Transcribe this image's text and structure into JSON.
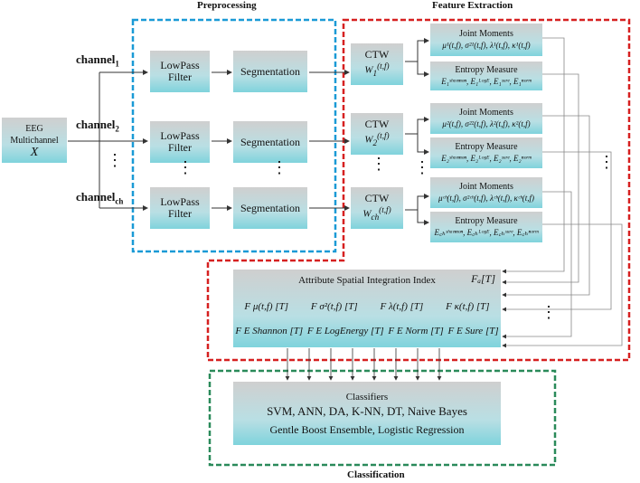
{
  "headers": {
    "preprocessing": "Preprocessing",
    "feature_extraction": "Feature Extraction",
    "classification": "Classification"
  },
  "eeg": {
    "line1": "EEG",
    "line2": "Multichannel",
    "line3": "X"
  },
  "channels": [
    {
      "label": "channel",
      "sub": "1"
    },
    {
      "label": "channel",
      "sub": "2"
    },
    {
      "label": "channel",
      "sub": "ch"
    }
  ],
  "lowpass": {
    "line1": "LowPass",
    "line2": "Filter"
  },
  "segmentation": "Segmentation",
  "ctw": {
    "title": "CTW",
    "w1": "W",
    "w1_sub": "1",
    "w1_sup": "(t,f)",
    "w2": "W",
    "w2_sub": "2",
    "w2_sup": "(t,f)",
    "wch": "W",
    "wch_sub": "ch",
    "wch_sup": "(t,f)"
  },
  "joint_moments": "Joint Moments",
  "entropy_measure": "Entropy Measure",
  "jm_formulas": [
    "μ¹(t,f), σ²¹(t,f), λ¹(t,f), κ¹(t,f)",
    "μ²(t,f), σ²²(t,f), λ²(t,f), κ²(t,f)",
    "μᶜʰ(t,f), σ²ᶜʰ(t,f), λᶜʰ(t,f), κᶜʰ(t,f)"
  ],
  "em_formulas": [
    "E₁ˢʰᵃⁿⁿᵒⁿ, E₁ᴸᵒᵍᴱ, E₁ˢᵘʳᵉ, E₁ⁿᵒʳᵐ",
    "E₂ˢʰᵃⁿⁿᵒⁿ, E₂ᴸᵒᵍᴱ, E₂ˢᵘʳᵉ, E₂ⁿᵒʳᵐ",
    "E꜀ₕˢʰᵃⁿⁿᵒⁿ, E꜀ₕᴸᵒᵍᴱ, E꜀ₕˢᵘʳᵉ, E꜀ₕⁿᵒʳᵐ"
  ],
  "attr": {
    "title": "Attribute Spatial Integration Index",
    "fa": "Fₐ[T]",
    "row1": [
      "F μ(t,f) [T]",
      "F σ²(t,f) [T]",
      "F λ(t,f) [T]",
      "F κ(t,f) [T]"
    ],
    "row2": [
      "F E Shannon [T]",
      "F E LogEnergy [T]",
      "F E Norm [T]",
      "F E Sure [T]"
    ]
  },
  "classifiers": {
    "title": "Classifiers",
    "line1": "SVM, ANN, DA, K-NN, DT, Naive Bayes",
    "line2": "Gentle Boost Ensemble, Logistic Regression"
  },
  "ellipsis": "⋮"
}
